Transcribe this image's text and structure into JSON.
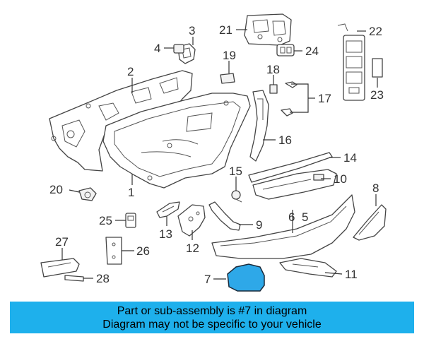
{
  "callouts": {
    "c1": "1",
    "c2": "2",
    "c3": "3",
    "c4": "4",
    "c5": "5",
    "c6": "6",
    "c7": "7",
    "c8": "8",
    "c9": "9",
    "c10": "10",
    "c11": "11",
    "c12": "12",
    "c13": "13",
    "c14": "14",
    "c15": "15",
    "c16": "16",
    "c17": "17",
    "c18": "18",
    "c19": "19",
    "c20": "20",
    "c21": "21",
    "c22": "22",
    "c23": "23",
    "c24": "24",
    "c25": "25",
    "c26": "26",
    "c27": "27",
    "c28": "28"
  },
  "highlight_part": "7",
  "colors": {
    "highlight": "#2ea8e8",
    "banner": "#1eb0ec",
    "line": "#444444"
  },
  "banner": {
    "line1": "Part or sub-assembly is #7 in diagram",
    "line2": "Diagram may not be specific to your vehicle"
  }
}
